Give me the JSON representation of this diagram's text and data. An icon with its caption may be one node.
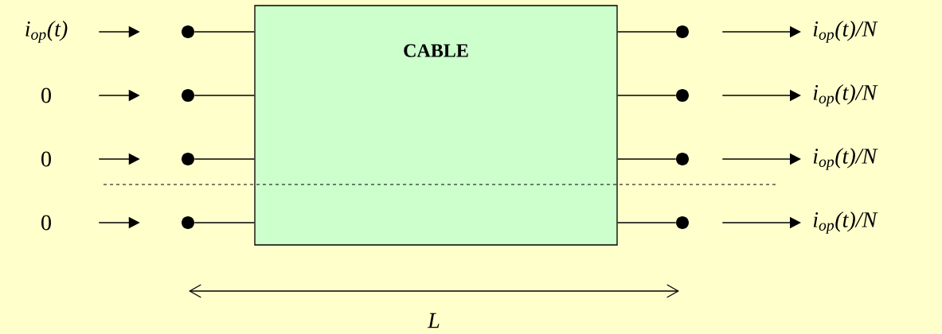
{
  "diagram": {
    "nodes": [
      {
        "text": [
          "CABLE"
        ]
      },
      {
        "text": [
          "i$_{op}$(t)"
        ]
      },
      {
        "text": [
          "0"
        ]
      },
      {
        "text": [
          "0"
        ]
      },
      {
        "text": [
          "0"
        ]
      },
      {
        "text": [],
        "shape": "circle"
      },
      {
        "text": [],
        "shape": "circle"
      },
      {
        "text": [],
        "shape": "circle"
      },
      {
        "text": [],
        "shape": "circle"
      },
      {
        "text": [],
        "shape": "circle"
      },
      {
        "text": [],
        "shape": "circle"
      },
      {
        "text": [],
        "shape": "circle"
      },
      {
        "text": [],
        "shape": "circle"
      },
      {
        "text": [
          "i$_{op}$(t)/N"
        ]
      },
      {
        "text": [
          "i$_{op}$(t)/N"
        ]
      },
      {
        "text": [
          "i$_{op}$(t)/N"
        ]
      },
      {
        "text": [
          "i$_{op}$(t)/N"
        ]
      }
    ],
    "edges": [
      {
        "from": 1,
        "to": 5,
        "arrow": "to"
      },
      {
        "from": 5,
        "to": 0,
        "arrow": "none"
      },
      {
        "from": 0,
        "to": 9,
        "arrow": "none"
      },
      {
        "from": 9,
        "to": 13,
        "arrow": "to"
      },
      {
        "from": 2,
        "to": 6,
        "arrow": "to"
      },
      {
        "from": 6,
        "to": 0,
        "arrow": "none"
      },
      {
        "from": 0,
        "to": 10,
        "arrow": "none"
      },
      {
        "from": 10,
        "to": 14,
        "arrow": "to"
      },
      {
        "from": 3,
        "to": 7,
        "arrow": "to"
      },
      {
        "from": 7,
        "to": 0,
        "arrow": "none"
      },
      {
        "from": 0,
        "to": 11,
        "arrow": "none"
      },
      {
        "from": 11,
        "to": 15,
        "arrow": "to"
      },
      {
        "from": 4,
        "to": 8,
        "arrow": "to"
      },
      {
        "from": 8,
        "to": 0,
        "arrow": "none"
      },
      {
        "from": 0,
        "to": 12,
        "arrow": "none"
      },
      {
        "from": 12,
        "to": 16,
        "arrow": "to"
      }
    ],
    "labels": [
      "L"
    ]
  }
}
